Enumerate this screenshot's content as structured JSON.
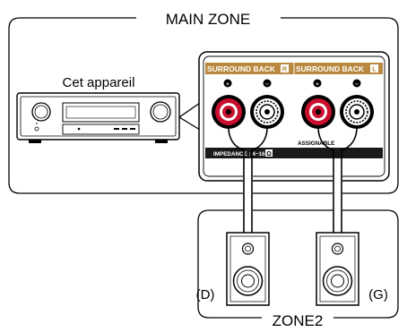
{
  "main_zone_title": "MAIN ZONE",
  "device_label": "Cet appareil",
  "terminal_labels": {
    "surround_back_r": "SURROUND BACK",
    "r_mark": "R",
    "surround_back_l": "SURROUND BACK",
    "l_mark": "L",
    "assignable": "ASSIGNABLE",
    "impedance": "IMPEDANCE : 4~16",
    "ohm": "Ω",
    "plus": "+",
    "minus": "−"
  },
  "zone2_title": "ZONE2",
  "speaker_right_label": "(D)",
  "speaker_left_label": "(G)",
  "colors": {
    "positive_terminal": "#c8102e",
    "label_bar": "#b8893f",
    "panel_dark": "#1a1a1a"
  },
  "icons": [
    "receiver-icon",
    "speaker-icon",
    "terminal-icon",
    "cable-icon"
  ]
}
